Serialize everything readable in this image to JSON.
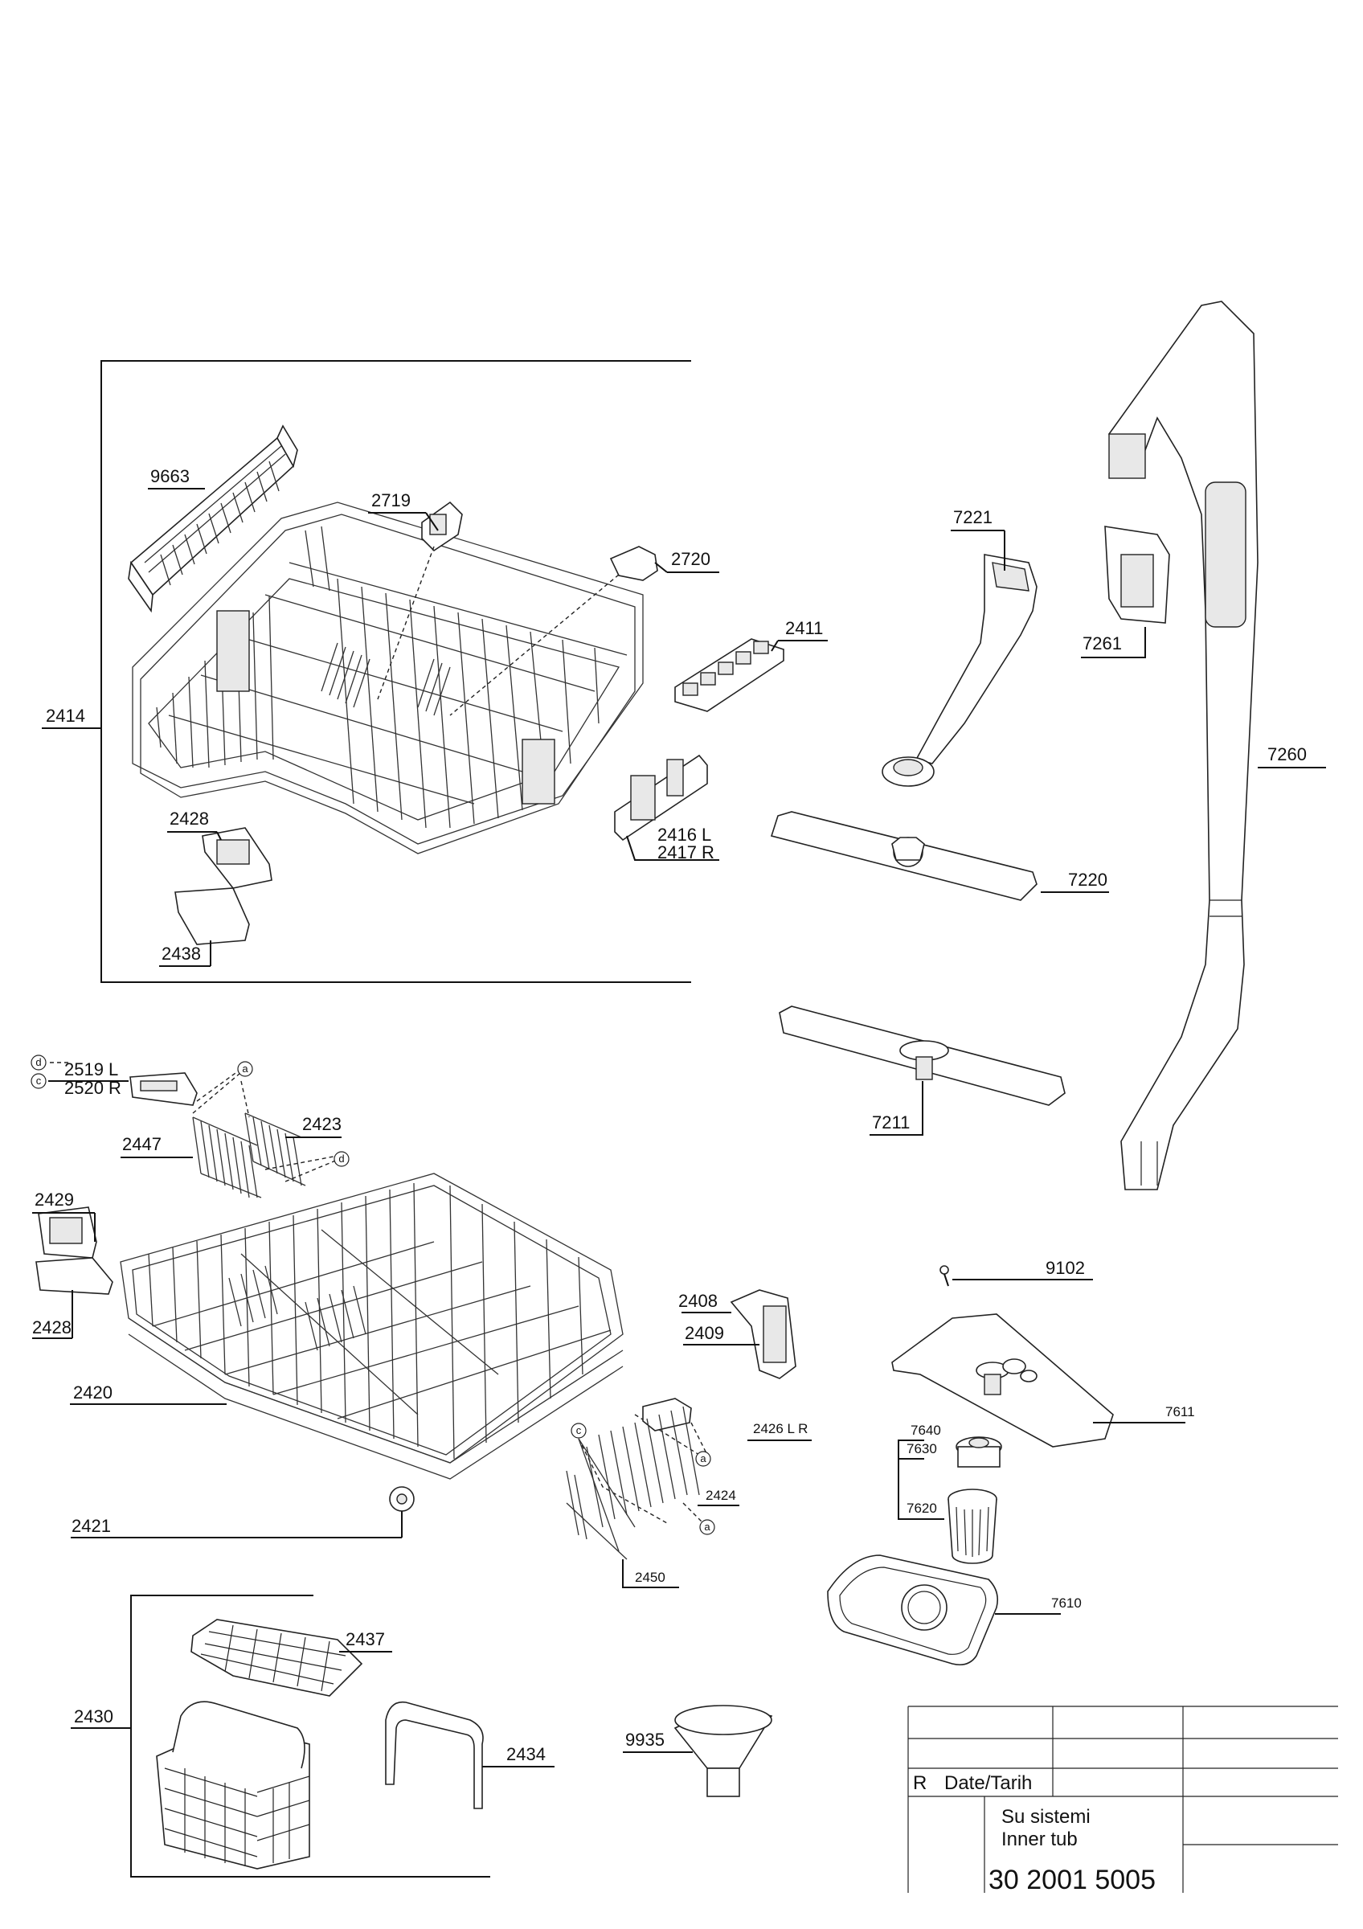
{
  "labels": {
    "p9663": "9663",
    "p2719": "2719",
    "p2720": "2720",
    "p2411": "2411",
    "p2414": "2414",
    "p2428a": "2428",
    "p2438": "2438",
    "p2416": "2416 L",
    "p2417": "2417 R",
    "p7221": "7221",
    "p7261": "7261",
    "p7260": "7260",
    "p7220": "7220",
    "p7211": "7211",
    "p2519": "2519 L",
    "p2520": "2520 R",
    "p2423": "2423",
    "p2447": "2447",
    "p2429": "2429",
    "p2428b": "2428",
    "p2420": "2420",
    "p2408": "2408",
    "p2409": "2409",
    "p2426": "2426 L R",
    "p2424": "2424",
    "p2421": "2421",
    "p2450": "2450",
    "p9102": "9102",
    "p7611": "7611",
    "p7640": "7640",
    "p7630": "7630",
    "p7620": "7620",
    "p7610": "7610",
    "p2437": "2437",
    "p2430": "2430",
    "p2434": "2434",
    "p9935": "9935"
  },
  "callouts": {
    "a": "a",
    "c": "c",
    "d": "d"
  },
  "title_block": {
    "revision": "R",
    "date_label": "Date/Tarih",
    "title_tr": "Su sistemi",
    "title_en": "Inner tub",
    "drawing_number": "30 2001 5005"
  }
}
